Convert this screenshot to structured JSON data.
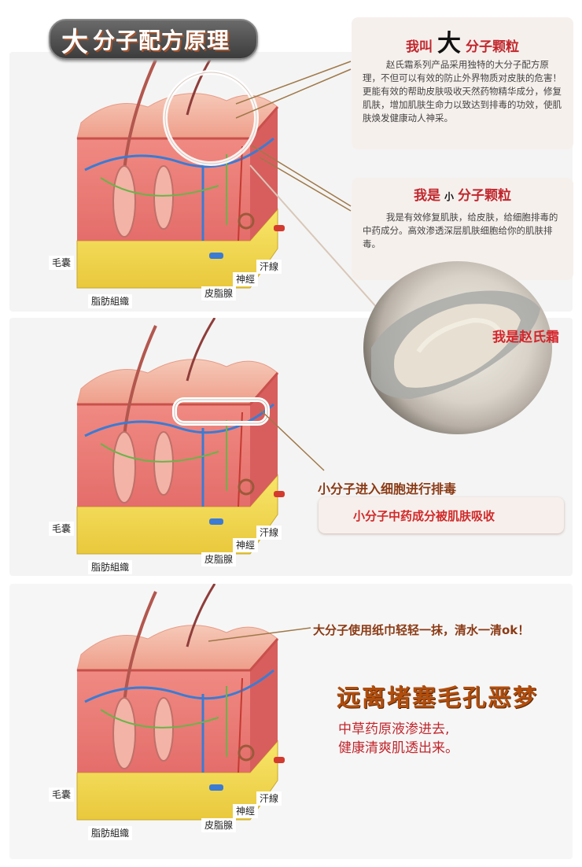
{
  "header": {
    "title_big": "大",
    "title_rest": "分子配方原理"
  },
  "panel1": {
    "card1": {
      "title_prefix": "我叫",
      "title_big": "大",
      "title_suffix": "分子颗粒",
      "body": "赵氏霜系列产品采用独特的大分子配方原理，不但可以有效的防止外界物质对皮肤的危害！更能有效的帮助皮肤吸收天然药物精华成分，修复肌肤，增加肌肤生命力以致达到排毒的功效，使肌肤焕发健康动人神采。"
    },
    "card2": {
      "title_prefix": "我是",
      "title_small": "小",
      "title_suffix": "分子颗粒",
      "body": "我是有效修复肌肤，给皮肤，给细胞排毒的中药成分。高效渗透深层肌肤细胞给你的肌肤排毒。"
    },
    "product_label": "我是赵氏霜"
  },
  "labels": {
    "follicle": "毛囊",
    "fat": "脂肪組織",
    "sebaceous": "皮脂腺",
    "nerve": "神經",
    "sweat": "汗線"
  },
  "panel2": {
    "callout": "小分子进入细胞进行排毒",
    "box": "小分子中药成分被肌肤吸收"
  },
  "panel3": {
    "callout": "大分子使用纸巾轻轻一抹，清水一清ok！",
    "slogan": "远离堵塞毛孔恶梦",
    "sub1": "中草药原液渗进去,",
    "sub2": "健康清爽肌透出来。"
  },
  "colors": {
    "accent_red": "#c1272d",
    "brown": "#8b3a14",
    "slogan": "#b24d0c"
  }
}
